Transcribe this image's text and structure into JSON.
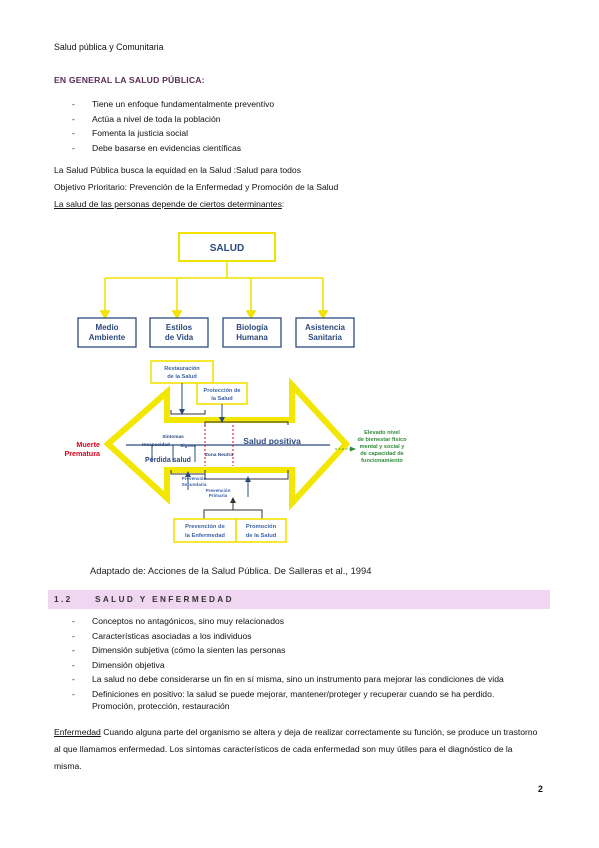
{
  "header": {
    "title": "Salud pública y Comunitaria"
  },
  "section1": {
    "heading": "EN GENERAL LA SALUD PÚBLICA:",
    "bullets": [
      "Tiene un enfoque fundamentalmente preventivo",
      "Actúa a nivel de toda la población",
      "Fomenta la justicia social",
      "Debe basarse en evidencias científicas"
    ],
    "line1": "La Salud Pública busca la equidad en la Salud :Salud para todos",
    "line2": "Objetivo Prioritario: Prevención de la Enfermedad y Promoción de la Salud",
    "line3": "La salud de las personas depende de ciertos determinantes",
    "line3_colon": ":"
  },
  "diagram": {
    "salud": "SALUD",
    "determinants": [
      [
        "Medio",
        "Ambiente"
      ],
      [
        "Estilos",
        "de Vida"
      ],
      [
        "Biología",
        "Humana"
      ],
      [
        "Asistencia",
        "Sanitaria"
      ]
    ],
    "restauracion": [
      "Restauración",
      "de la Salud"
    ],
    "proteccion": [
      "Protección de",
      "la Salud"
    ],
    "muerte": [
      "Muerte",
      "Prematura"
    ],
    "sintomas": "Síntomas",
    "incapacidad": "Incapacidad",
    "signos": "Signos",
    "perdida": "Pérdida salud",
    "zona_neutra": "Zona Neutra",
    "salud_positiva": "Salud positiva",
    "elevado": [
      "Elevado nivel",
      "de bienestar físico",
      "mental y social y",
      "de capacidad de",
      "funcionamiento"
    ],
    "prev_secundaria": [
      "Prevención",
      "Secundaria"
    ],
    "prev_primaria": [
      "Prevención",
      "Primaria"
    ],
    "prevencion_enf": [
      "Prevención de",
      "la Enfermedad"
    ],
    "promocion": [
      "Promoción",
      "de la Salud"
    ],
    "colors": {
      "box": "#f2e200",
      "arrow": "#f3e600",
      "blue": "#2c4a7f",
      "red": "#e0001b",
      "green": "#2e8b3a"
    }
  },
  "caption": "Adaptado de: Acciones de la Salud Pública. De Salleras et al., 1994",
  "section2": {
    "number": "1.2",
    "title": "SALUD Y ENFERMEDAD",
    "bullets": [
      "Conceptos no antagónicos, sino muy relacionados",
      " Características asociadas a los individuos",
      "Dimensión subjetiva (cómo la sienten las personas",
      " Dimensión objetiva",
      "La salud no debe considerarse un fin en sí misma, sino un instrumento para mejorar las condiciones de vida",
      "Definiciones en positivo: la salud se puede mejorar, mantener/proteger y recuperar cuando se ha perdido.",
      "Promoción, protección, restauración"
    ]
  },
  "paragraph": {
    "term": "Enfermedad",
    "text": " Cuando alguna parte del organismo se altera y deja de realizar correctamente su función, se produce  un trastorno al que llamamos enfermedad. Los síntomas característicos de cada enfermedad son muy útiles para el diagnóstico de la misma."
  },
  "page_number": "2"
}
